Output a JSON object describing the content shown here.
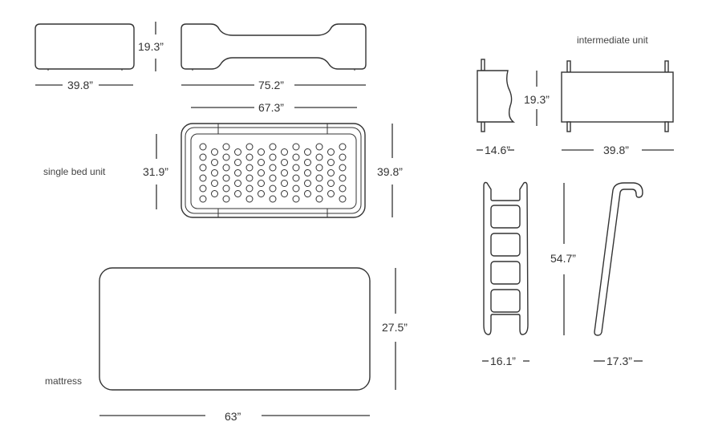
{
  "labels": {
    "intermediate_unit": "intermediate unit",
    "single_bed_unit": "single bed unit",
    "mattress": "mattress"
  },
  "dimensions": {
    "block_height": "19.3”",
    "block_width": "39.8”",
    "bed_long_width": "75.2”",
    "bed_inner_width": "67.3”",
    "bed_inner_depth": "31.9”",
    "bed_outer_depth": "39.8”",
    "mattress_depth": "27.5”",
    "mattress_width": "63”",
    "intermediate_height": "19.3”",
    "intermediate_side_width": "14.6”",
    "intermediate_front_width": "39.8”",
    "ladder_height": "54.7”",
    "ladder_width": "16.1”",
    "ladder_side_depth": "17.3”"
  }
}
